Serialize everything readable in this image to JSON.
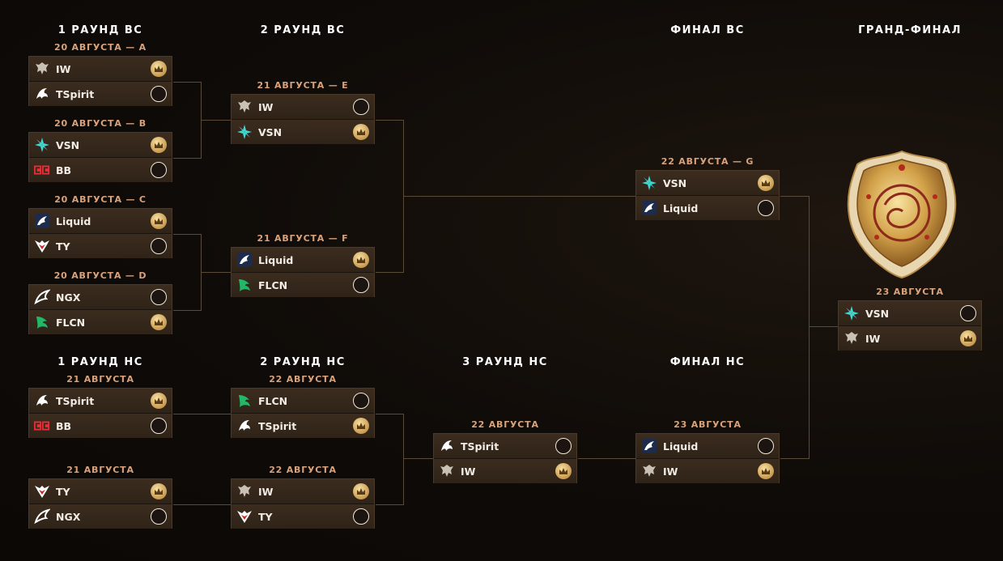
{
  "headers": {
    "ub_r1": "1 РАУНД ВС",
    "ub_r2": "2 РАУНД ВС",
    "ub_final": "ФИНАЛ ВС",
    "grand_final": "ГРАНД-ФИНАЛ",
    "lb_r1": "1 РАУНД НС",
    "lb_r2": "2 РАУНД НС",
    "lb_r3": "3 РАУНД НС",
    "lb_final": "ФИНАЛ НС"
  },
  "colors": {
    "background": "#0f0b08",
    "row": "#3b2c1e",
    "border": "#4a3a2a",
    "date": "#d9a27a",
    "win_badge": "#d4a85a",
    "line": "#5a4a38"
  },
  "matches": {
    "A": {
      "date": "20 АВГУСТА — A",
      "teams": [
        {
          "name": "IW",
          "logo": "iw-logo-icon",
          "result": "win"
        },
        {
          "name": "TSpirit",
          "logo": "tspirit-logo-icon",
          "result": "lose"
        }
      ]
    },
    "B": {
      "date": "20 АВГУСТА — B",
      "teams": [
        {
          "name": "VSN",
          "logo": "vsn-logo-icon",
          "result": "win"
        },
        {
          "name": "BB",
          "logo": "bb-logo-icon",
          "result": "lose"
        }
      ]
    },
    "C": {
      "date": "20 АВГУСТА — C",
      "teams": [
        {
          "name": "Liquid",
          "logo": "liquid-logo-icon",
          "result": "win"
        },
        {
          "name": "TY",
          "logo": "ty-logo-icon",
          "result": "lose"
        }
      ]
    },
    "D": {
      "date": "20 АВГУСТА — D",
      "teams": [
        {
          "name": "NGX",
          "logo": "ngx-logo-icon",
          "result": "lose"
        },
        {
          "name": "FLCN",
          "logo": "flcn-logo-icon",
          "result": "win"
        }
      ]
    },
    "E": {
      "date": "21 АВГУСТА — E",
      "teams": [
        {
          "name": "IW",
          "logo": "iw-logo-icon",
          "result": "lose"
        },
        {
          "name": "VSN",
          "logo": "vsn-logo-icon",
          "result": "win"
        }
      ]
    },
    "F": {
      "date": "21 АВГУСТА — F",
      "teams": [
        {
          "name": "Liquid",
          "logo": "liquid-logo-icon",
          "result": "win"
        },
        {
          "name": "FLCN",
          "logo": "flcn-logo-icon",
          "result": "lose"
        }
      ]
    },
    "G": {
      "date": "22 АВГУСТА — G",
      "teams": [
        {
          "name": "VSN",
          "logo": "vsn-logo-icon",
          "result": "win"
        },
        {
          "name": "Liquid",
          "logo": "liquid-logo-icon",
          "result": "lose"
        }
      ]
    },
    "GF": {
      "date": "23 АВГУСТА",
      "teams": [
        {
          "name": "VSN",
          "logo": "vsn-logo-icon",
          "result": "lose"
        },
        {
          "name": "IW",
          "logo": "iw-logo-icon",
          "result": "win"
        }
      ]
    },
    "L1a": {
      "date": "21 АВГУСТА",
      "teams": [
        {
          "name": "TSpirit",
          "logo": "tspirit-logo-icon",
          "result": "win"
        },
        {
          "name": "BB",
          "logo": "bb-logo-icon",
          "result": "lose"
        }
      ]
    },
    "L1b": {
      "date": "21 АВГУСТА",
      "teams": [
        {
          "name": "TY",
          "logo": "ty-logo-icon",
          "result": "win"
        },
        {
          "name": "NGX",
          "logo": "ngx-logo-icon",
          "result": "lose"
        }
      ]
    },
    "L2a": {
      "date": "22 АВГУСТА",
      "teams": [
        {
          "name": "FLCN",
          "logo": "flcn-logo-icon",
          "result": "lose"
        },
        {
          "name": "TSpirit",
          "logo": "tspirit-logo-icon",
          "result": "win"
        }
      ]
    },
    "L2b": {
      "date": "22 АВГУСТА",
      "teams": [
        {
          "name": "IW",
          "logo": "iw-logo-icon",
          "result": "win"
        },
        {
          "name": "TY",
          "logo": "ty-logo-icon",
          "result": "lose"
        }
      ]
    },
    "L3": {
      "date": "22 АВГУСТА",
      "teams": [
        {
          "name": "TSpirit",
          "logo": "tspirit-logo-icon",
          "result": "lose"
        },
        {
          "name": "IW",
          "logo": "iw-logo-icon",
          "result": "win"
        }
      ]
    },
    "LF": {
      "date": "23 АВГУСТА",
      "teams": [
        {
          "name": "Liquid",
          "logo": "liquid-logo-icon",
          "result": "lose"
        },
        {
          "name": "IW",
          "logo": "iw-logo-icon",
          "result": "win"
        }
      ]
    }
  }
}
